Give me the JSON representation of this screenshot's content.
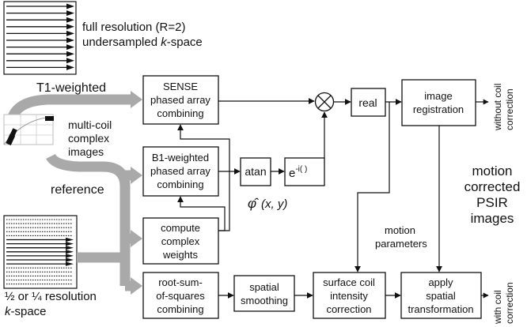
{
  "kspace_full": {
    "line1": "full resolution (R=2)",
    "line2_pre": "undersampled ",
    "line2_k": "k",
    "line2_post": "-space"
  },
  "kspace_low": {
    "line1": "½ or ¼ resolution",
    "line2_k": "k",
    "line2_post": "-space"
  },
  "labels": {
    "t1_weighted": "T1-weighted",
    "reference": "reference",
    "multi_coil": [
      "multi-coil",
      "complex",
      "images"
    ],
    "motion_parameters": [
      "motion",
      "parameters"
    ],
    "phi_expr": "(x, y)",
    "phi_hat": "φ̂"
  },
  "boxes": {
    "sense": [
      "SENSE",
      "phased array",
      "combining"
    ],
    "b1": [
      "B1-weighted",
      "phased array",
      "combining"
    ],
    "compute": [
      "compute",
      "complex",
      "weights"
    ],
    "rss": [
      "root-sum-",
      "of-squares",
      "combining"
    ],
    "atan": "atan",
    "exp_base": "e",
    "exp_sup": "-i( )",
    "real": "real",
    "registration": [
      "image",
      "registration"
    ],
    "smoothing": [
      "spatial",
      "smoothing"
    ],
    "surface": [
      "surface coil",
      "intensity",
      "correction"
    ],
    "transform": [
      "apply",
      "spatial",
      "transformation"
    ]
  },
  "outputs": {
    "without": [
      "without coil",
      "correction"
    ],
    "with": [
      "with coil",
      "correction"
    ],
    "psir": [
      "motion",
      "corrected",
      "PSIR",
      "images"
    ]
  },
  "icons": {
    "multiply": "circled-times-icon"
  }
}
